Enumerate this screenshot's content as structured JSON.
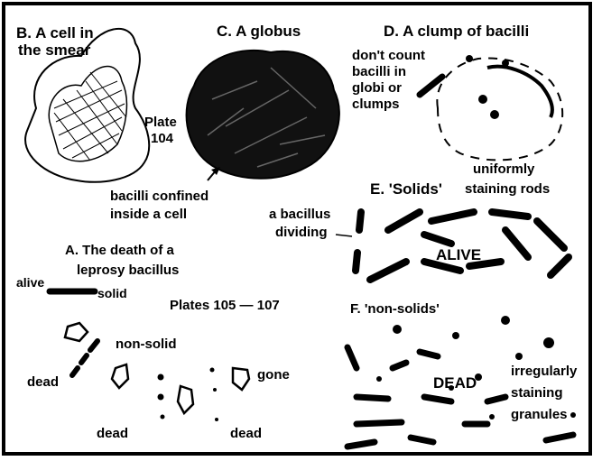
{
  "panels": {
    "b": {
      "title_line1": "B. A cell in",
      "title_line2": "the smear"
    },
    "c": {
      "title": "C. A globus",
      "plate_line1": "Plate",
      "plate_line2": "104",
      "caption_line1": "bacilli confined",
      "caption_line2": "inside a cell"
    },
    "d": {
      "title": "D. A clump of bacilli",
      "note_lines": [
        "don't count",
        "bacilli in",
        "globi or",
        "clumps"
      ],
      "caption_line1": "uniformly",
      "caption_line2": "staining rods"
    },
    "e": {
      "title": "E. 'Solids'",
      "dividing_line1": "a bacillus",
      "dividing_line2": "dividing",
      "state": "ALIVE"
    },
    "a": {
      "title_line1": "A. The death of a",
      "title_line2": "leprosy bacillus",
      "alive": "alive",
      "solid": "solid",
      "plates": "Plates 105 — 107",
      "non_solid": "non-solid",
      "dead_1": "dead",
      "dead_2": "dead",
      "dead_3": "dead",
      "gone": "gone"
    },
    "f": {
      "title": "F. 'non-solids'",
      "state": "DEAD",
      "caption_lines": [
        "irregularly",
        "staining",
        "granules"
      ]
    }
  }
}
